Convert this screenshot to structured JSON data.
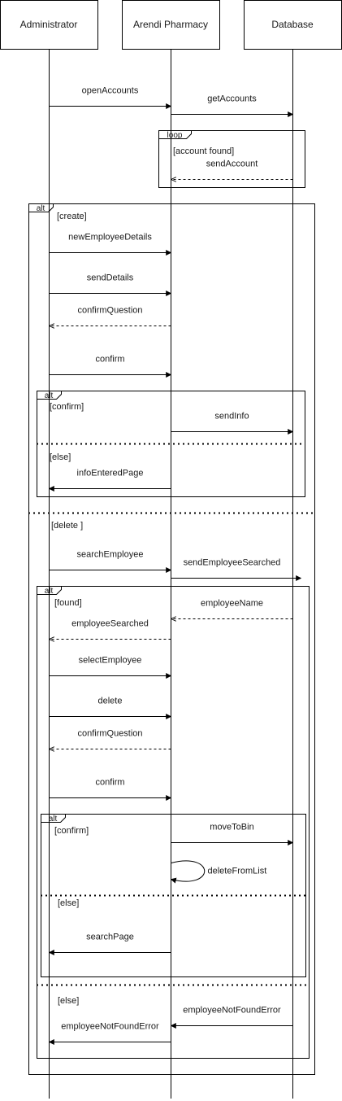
{
  "participants": [
    {
      "id": "admin",
      "label": "Administrator"
    },
    {
      "id": "pharmacy",
      "label": "Arendi Pharmacy"
    },
    {
      "id": "db",
      "label": "Database"
    }
  ],
  "messages": [
    {
      "label": "openAccounts",
      "from": "admin",
      "to": "pharmacy",
      "kind": "sync"
    },
    {
      "label": "getAccounts",
      "from": "pharmacy",
      "to": "db",
      "kind": "sync"
    },
    {
      "label": "sendAccount",
      "from": "db",
      "to": "pharmacy",
      "kind": "reply"
    },
    {
      "label": "newEmployeeDetails",
      "from": "admin",
      "to": "pharmacy",
      "kind": "sync"
    },
    {
      "label": "sendDetails",
      "from": "admin",
      "to": "pharmacy",
      "kind": "sync"
    },
    {
      "label": "confirmQuestion",
      "from": "pharmacy",
      "to": "admin",
      "kind": "reply"
    },
    {
      "label": "confirm",
      "from": "admin",
      "to": "pharmacy",
      "kind": "sync"
    },
    {
      "label": "sendInfo",
      "from": "pharmacy",
      "to": "db",
      "kind": "sync"
    },
    {
      "label": "infoEnteredPage",
      "from": "pharmacy",
      "to": "admin",
      "kind": "sync"
    },
    {
      "label": "searchEmployee",
      "from": "admin",
      "to": "pharmacy",
      "kind": "sync"
    },
    {
      "label": "sendEmployeeSearched",
      "from": "pharmacy",
      "to": "db",
      "kind": "sync"
    },
    {
      "label": "employeeName",
      "from": "db",
      "to": "pharmacy",
      "kind": "reply"
    },
    {
      "label": "employeeSearched",
      "from": "pharmacy",
      "to": "admin",
      "kind": "reply"
    },
    {
      "label": "selectEmployee",
      "from": "admin",
      "to": "pharmacy",
      "kind": "sync"
    },
    {
      "label": "delete",
      "from": "admin",
      "to": "pharmacy",
      "kind": "sync"
    },
    {
      "label": "confirmQuestion",
      "from": "pharmacy",
      "to": "admin",
      "kind": "reply"
    },
    {
      "label": "confirm",
      "from": "admin",
      "to": "pharmacy",
      "kind": "sync"
    },
    {
      "label": "moveToBin",
      "from": "pharmacy",
      "to": "db",
      "kind": "sync"
    },
    {
      "label": "deleteFromList",
      "from": "pharmacy",
      "to": "pharmacy",
      "kind": "self"
    },
    {
      "label": "searchPage",
      "from": "pharmacy",
      "to": "admin",
      "kind": "sync"
    },
    {
      "label": "employeeNotFoundError",
      "from": "db",
      "to": "pharmacy",
      "kind": "sync"
    },
    {
      "label": "employeeNotFoundError",
      "from": "pharmacy",
      "to": "admin",
      "kind": "sync"
    }
  ],
  "fragments": [
    {
      "id": "loop",
      "operator": "loop"
    },
    {
      "id": "alt-outer",
      "operator": "alt"
    },
    {
      "id": "alt-create-confirm",
      "operator": "alt"
    },
    {
      "id": "alt-found",
      "operator": "alt"
    },
    {
      "id": "alt-delete-confirm",
      "operator": "alt"
    }
  ],
  "guards": [
    {
      "id": "g-account-found",
      "text": "[account found]"
    },
    {
      "id": "g-create",
      "text": "[create]"
    },
    {
      "id": "g-confirm-1",
      "text": "[confirm]"
    },
    {
      "id": "g-else-1",
      "text": "[else]"
    },
    {
      "id": "g-delete",
      "text": "[delete ]"
    },
    {
      "id": "g-found",
      "text": "[found]"
    },
    {
      "id": "g-confirm-2",
      "text": "[confirm]"
    },
    {
      "id": "g-else-2",
      "text": "[else]"
    },
    {
      "id": "g-else-3",
      "text": "[else]"
    }
  ]
}
